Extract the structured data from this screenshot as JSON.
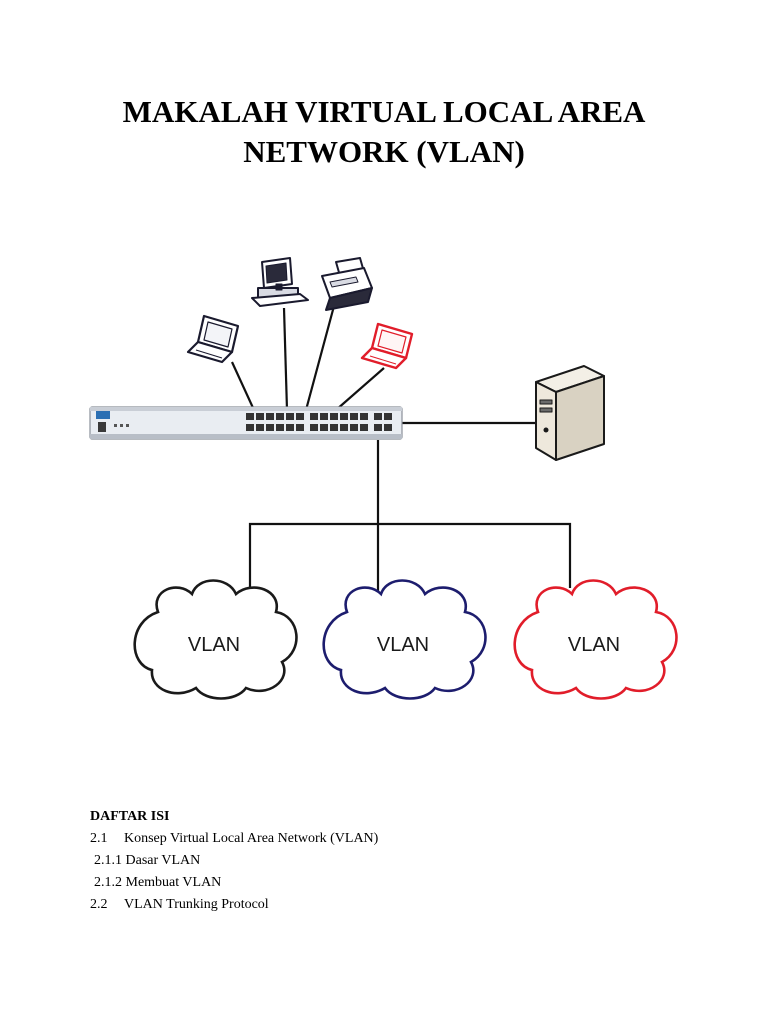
{
  "document": {
    "title_line1": "MAKALAH VIRTUAL LOCAL AREA",
    "title_line2": "NETWORK (VLAN)"
  },
  "diagram": {
    "vlan_labels": [
      "VLAN",
      "VLAN",
      "VLAN"
    ],
    "cloud_colors": [
      "#1a1a1a",
      "#1d1d6e",
      "#e11d2a"
    ],
    "accent_laptop_color": "#e11d2a",
    "device_icons": [
      "laptop-icon",
      "desktop-computer-icon",
      "printer-icon",
      "laptop-icon-red",
      "network-switch-icon",
      "server-tower-icon"
    ]
  },
  "toc": {
    "heading": "DAFTAR ISI",
    "items": [
      {
        "num": "2.1",
        "label": "Konsep Virtual Local Area Network (VLAN)"
      },
      {
        "num": "",
        "label": "2.1.1 Dasar VLAN"
      },
      {
        "num": "",
        "label": "2.1.2 Membuat VLAN"
      },
      {
        "num": "2.2",
        "label": "VLAN Trunking Protocol"
      }
    ]
  }
}
